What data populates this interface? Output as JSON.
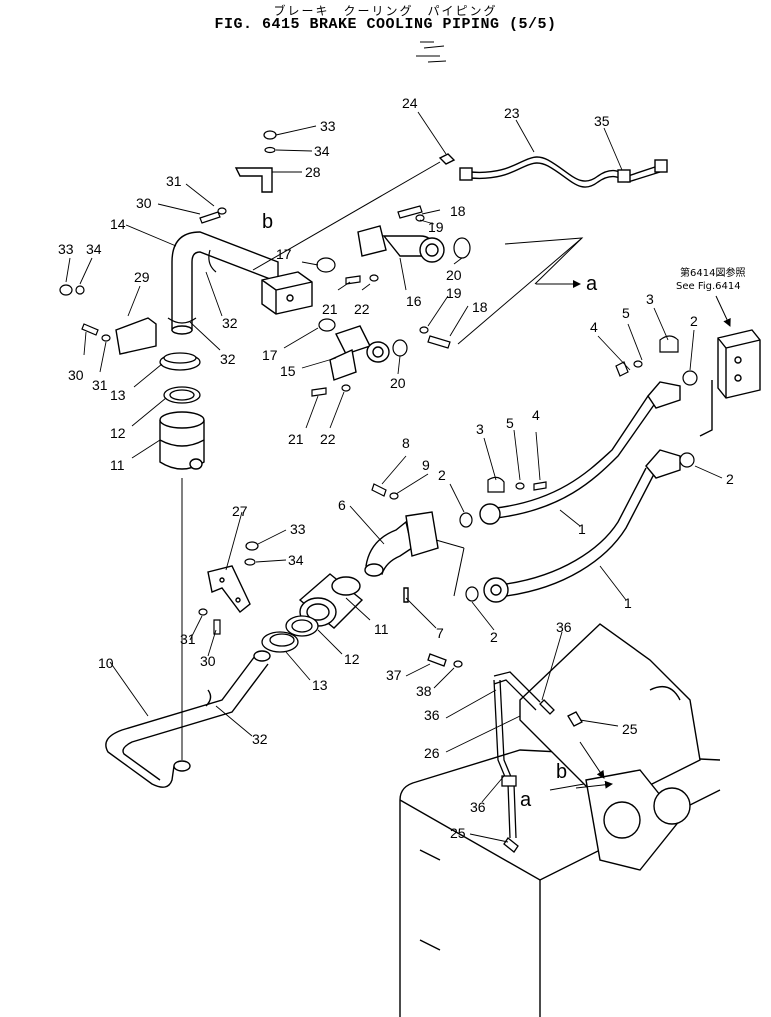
{
  "title": {
    "jp": "ブレーキ　クーリング　パイピング",
    "en": "FIG. 6415  BRAKE COOLING PIPING (5/5)"
  },
  "reference": {
    "jp": "第6414図参照",
    "en": "See Fig.6414"
  },
  "view_labels": {
    "a": "a",
    "b": "b"
  },
  "callouts": [
    {
      "id": "c33a",
      "label": "33"
    },
    {
      "id": "c34a",
      "label": "34"
    },
    {
      "id": "c28",
      "label": "28"
    },
    {
      "id": "c31a",
      "label": "31"
    },
    {
      "id": "c30a",
      "label": "30"
    },
    {
      "id": "c14",
      "label": "14"
    },
    {
      "id": "c33b",
      "label": "33"
    },
    {
      "id": "c34b",
      "label": "34"
    },
    {
      "id": "c29",
      "label": "29"
    },
    {
      "id": "c30b",
      "label": "30"
    },
    {
      "id": "c31b",
      "label": "31"
    },
    {
      "id": "c32a",
      "label": "32"
    },
    {
      "id": "c32b",
      "label": "32"
    },
    {
      "id": "c13a",
      "label": "13"
    },
    {
      "id": "c12a",
      "label": "12"
    },
    {
      "id": "c11a",
      "label": "11"
    },
    {
      "id": "c24",
      "label": "24"
    },
    {
      "id": "c23",
      "label": "23"
    },
    {
      "id": "c35",
      "label": "35"
    },
    {
      "id": "c18a",
      "label": "18"
    },
    {
      "id": "c19a",
      "label": "19"
    },
    {
      "id": "c17a",
      "label": "17"
    },
    {
      "id": "c20a",
      "label": "20"
    },
    {
      "id": "c21a",
      "label": "21"
    },
    {
      "id": "c22a",
      "label": "22"
    },
    {
      "id": "c16",
      "label": "16"
    },
    {
      "id": "c19b",
      "label": "19"
    },
    {
      "id": "c18b",
      "label": "18"
    },
    {
      "id": "c17b",
      "label": "17"
    },
    {
      "id": "c15",
      "label": "15"
    },
    {
      "id": "c20b",
      "label": "20"
    },
    {
      "id": "c21b",
      "label": "21"
    },
    {
      "id": "c22b",
      "label": "22"
    },
    {
      "id": "c3a",
      "label": "3"
    },
    {
      "id": "c4a",
      "label": "4"
    },
    {
      "id": "c5a",
      "label": "5"
    },
    {
      "id": "c2a",
      "label": "2"
    },
    {
      "id": "c2b",
      "label": "2"
    },
    {
      "id": "c3b",
      "label": "3"
    },
    {
      "id": "c5b",
      "label": "5"
    },
    {
      "id": "c4b",
      "label": "4"
    },
    {
      "id": "c8",
      "label": "8"
    },
    {
      "id": "c9",
      "label": "9"
    },
    {
      "id": "c2c",
      "label": "2"
    },
    {
      "id": "c6",
      "label": "6"
    },
    {
      "id": "c1a",
      "label": "1"
    },
    {
      "id": "c1b",
      "label": "1"
    },
    {
      "id": "c2d",
      "label": "2"
    },
    {
      "id": "c7",
      "label": "7"
    },
    {
      "id": "c11b",
      "label": "11"
    },
    {
      "id": "c12b",
      "label": "12"
    },
    {
      "id": "c13b",
      "label": "13"
    },
    {
      "id": "c27",
      "label": "27"
    },
    {
      "id": "c33c",
      "label": "33"
    },
    {
      "id": "c34c",
      "label": "34"
    },
    {
      "id": "c31c",
      "label": "31"
    },
    {
      "id": "c30c",
      "label": "30"
    },
    {
      "id": "c10",
      "label": "10"
    },
    {
      "id": "c32c",
      "label": "32"
    },
    {
      "id": "c36a",
      "label": "36"
    },
    {
      "id": "c37",
      "label": "37"
    },
    {
      "id": "c38",
      "label": "38"
    },
    {
      "id": "c36b",
      "label": "36"
    },
    {
      "id": "c25a",
      "label": "25"
    },
    {
      "id": "c26",
      "label": "26"
    },
    {
      "id": "c36c",
      "label": "36"
    },
    {
      "id": "c25b",
      "label": "25"
    }
  ]
}
